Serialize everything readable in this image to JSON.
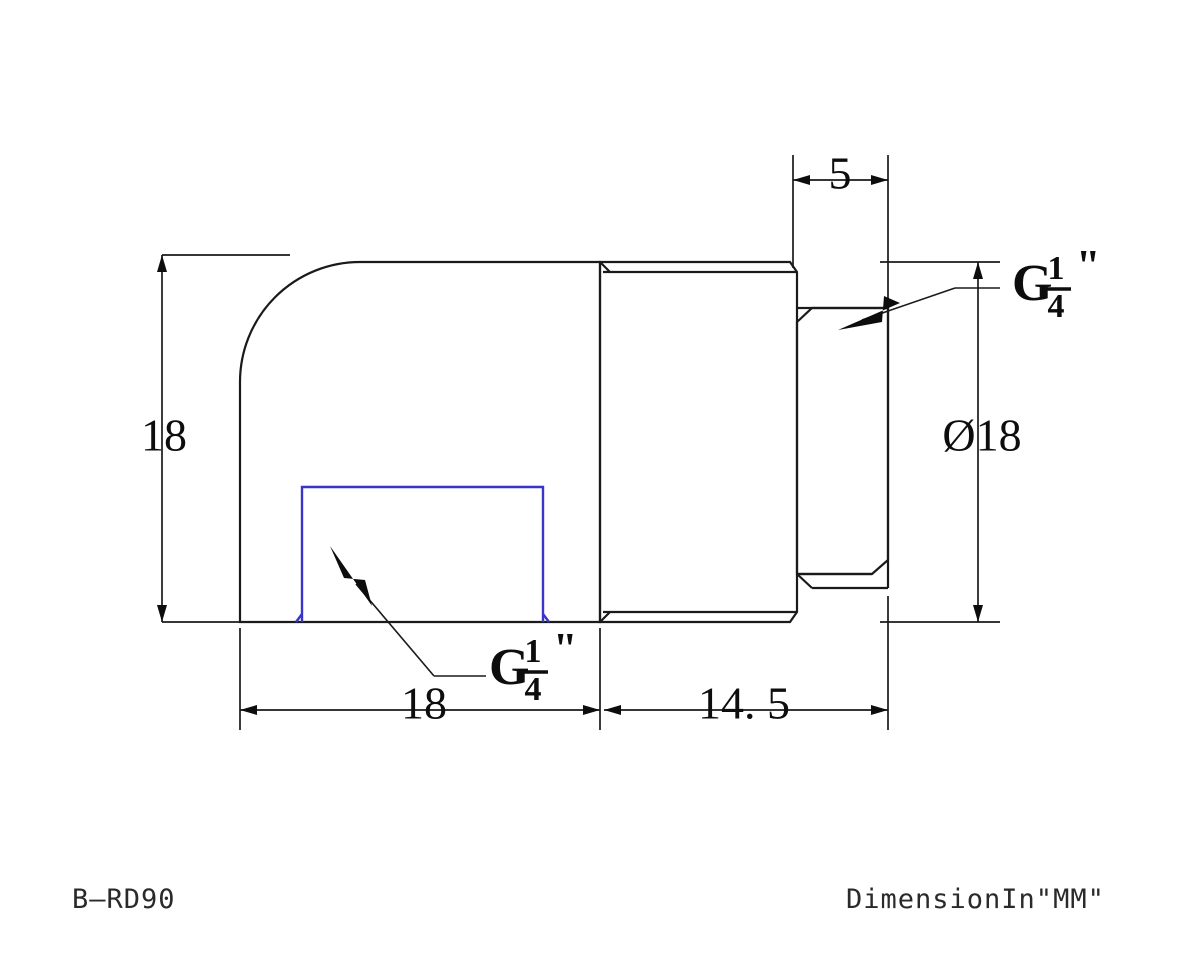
{
  "drawing": {
    "part_number": "B—RD90",
    "units_note": "DimensionIn\"MM\"",
    "dimensions": {
      "top_width": "5",
      "left_height": "18",
      "right_diameter": "Ø18",
      "bottom_left_length": "18",
      "bottom_right_length": "14. 5"
    },
    "thread_labels": {
      "top_right": {
        "letter": "G",
        "numerator": "1",
        "denominator": "4",
        "prime": "\""
      },
      "bottom_center": {
        "letter": "G",
        "numerator": "1",
        "denominator": "4",
        "prime": "\""
      }
    },
    "diameter_symbol": "Ø",
    "colors": {
      "outline": "#1a1a1a",
      "bore_highlight": "#3a35c8",
      "background": "#ffffff",
      "text": "#0d0d0d",
      "footer_text": "#2a2a2a"
    }
  }
}
